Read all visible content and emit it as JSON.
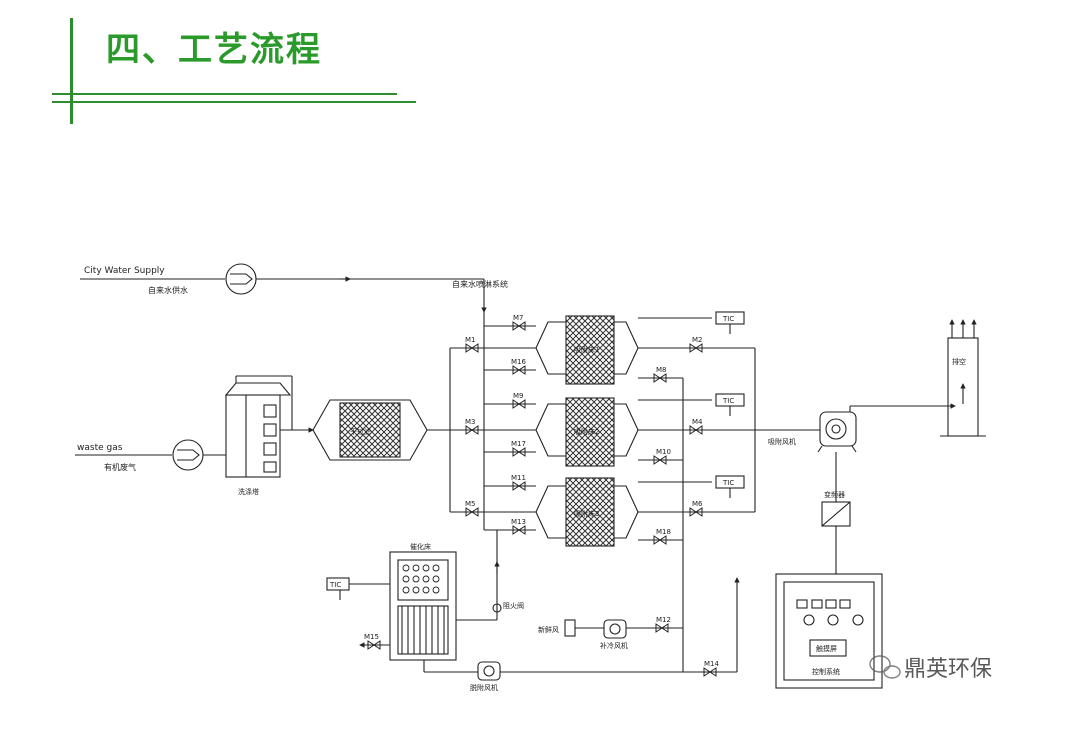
{
  "page": {
    "title": "四、工艺流程"
  },
  "labels": {
    "city_water_en": "City Water Supply",
    "city_water_cn": "自来水供水",
    "spray_system": "自来水喷淋系统",
    "waste_gas_en": "waste gas",
    "waste_gas_cn": "有机废气",
    "washing_tower": "洗涤塔",
    "dry_filter": "干过滤",
    "adsorber_1": "吸附床1",
    "adsorber_2": "吸附床2",
    "adsorber_3": "吸附床3",
    "main_fan": "吸附风机",
    "exhaust": "排空",
    "converter": "变频器",
    "control_screen": "触摸屏",
    "control_system": "控制系统",
    "catalytic_bed": "催化床",
    "fire_valve": "阻火阀",
    "fresh_air_valve": "新鲜风",
    "makeup_fan": "补冷风机",
    "desorb_fan": "脱附风机",
    "tic": "TIC",
    "watermark": "鼎英环保"
  },
  "valves": {
    "m1": "M1",
    "m2": "M2",
    "m3": "M3",
    "m4": "M4",
    "m5": "M5",
    "m6": "M6",
    "m7": "M7",
    "m8": "M8",
    "m9": "M9",
    "m10": "M10",
    "m11": "M11",
    "m12": "M12",
    "m13": "M13",
    "m14": "M14",
    "m15": "M15",
    "m16": "M16",
    "m17": "M17",
    "m18": "M18"
  },
  "colors": {
    "accent": "#2a9a2a",
    "line": "#2e8b2e",
    "drawing": "#222222"
  }
}
